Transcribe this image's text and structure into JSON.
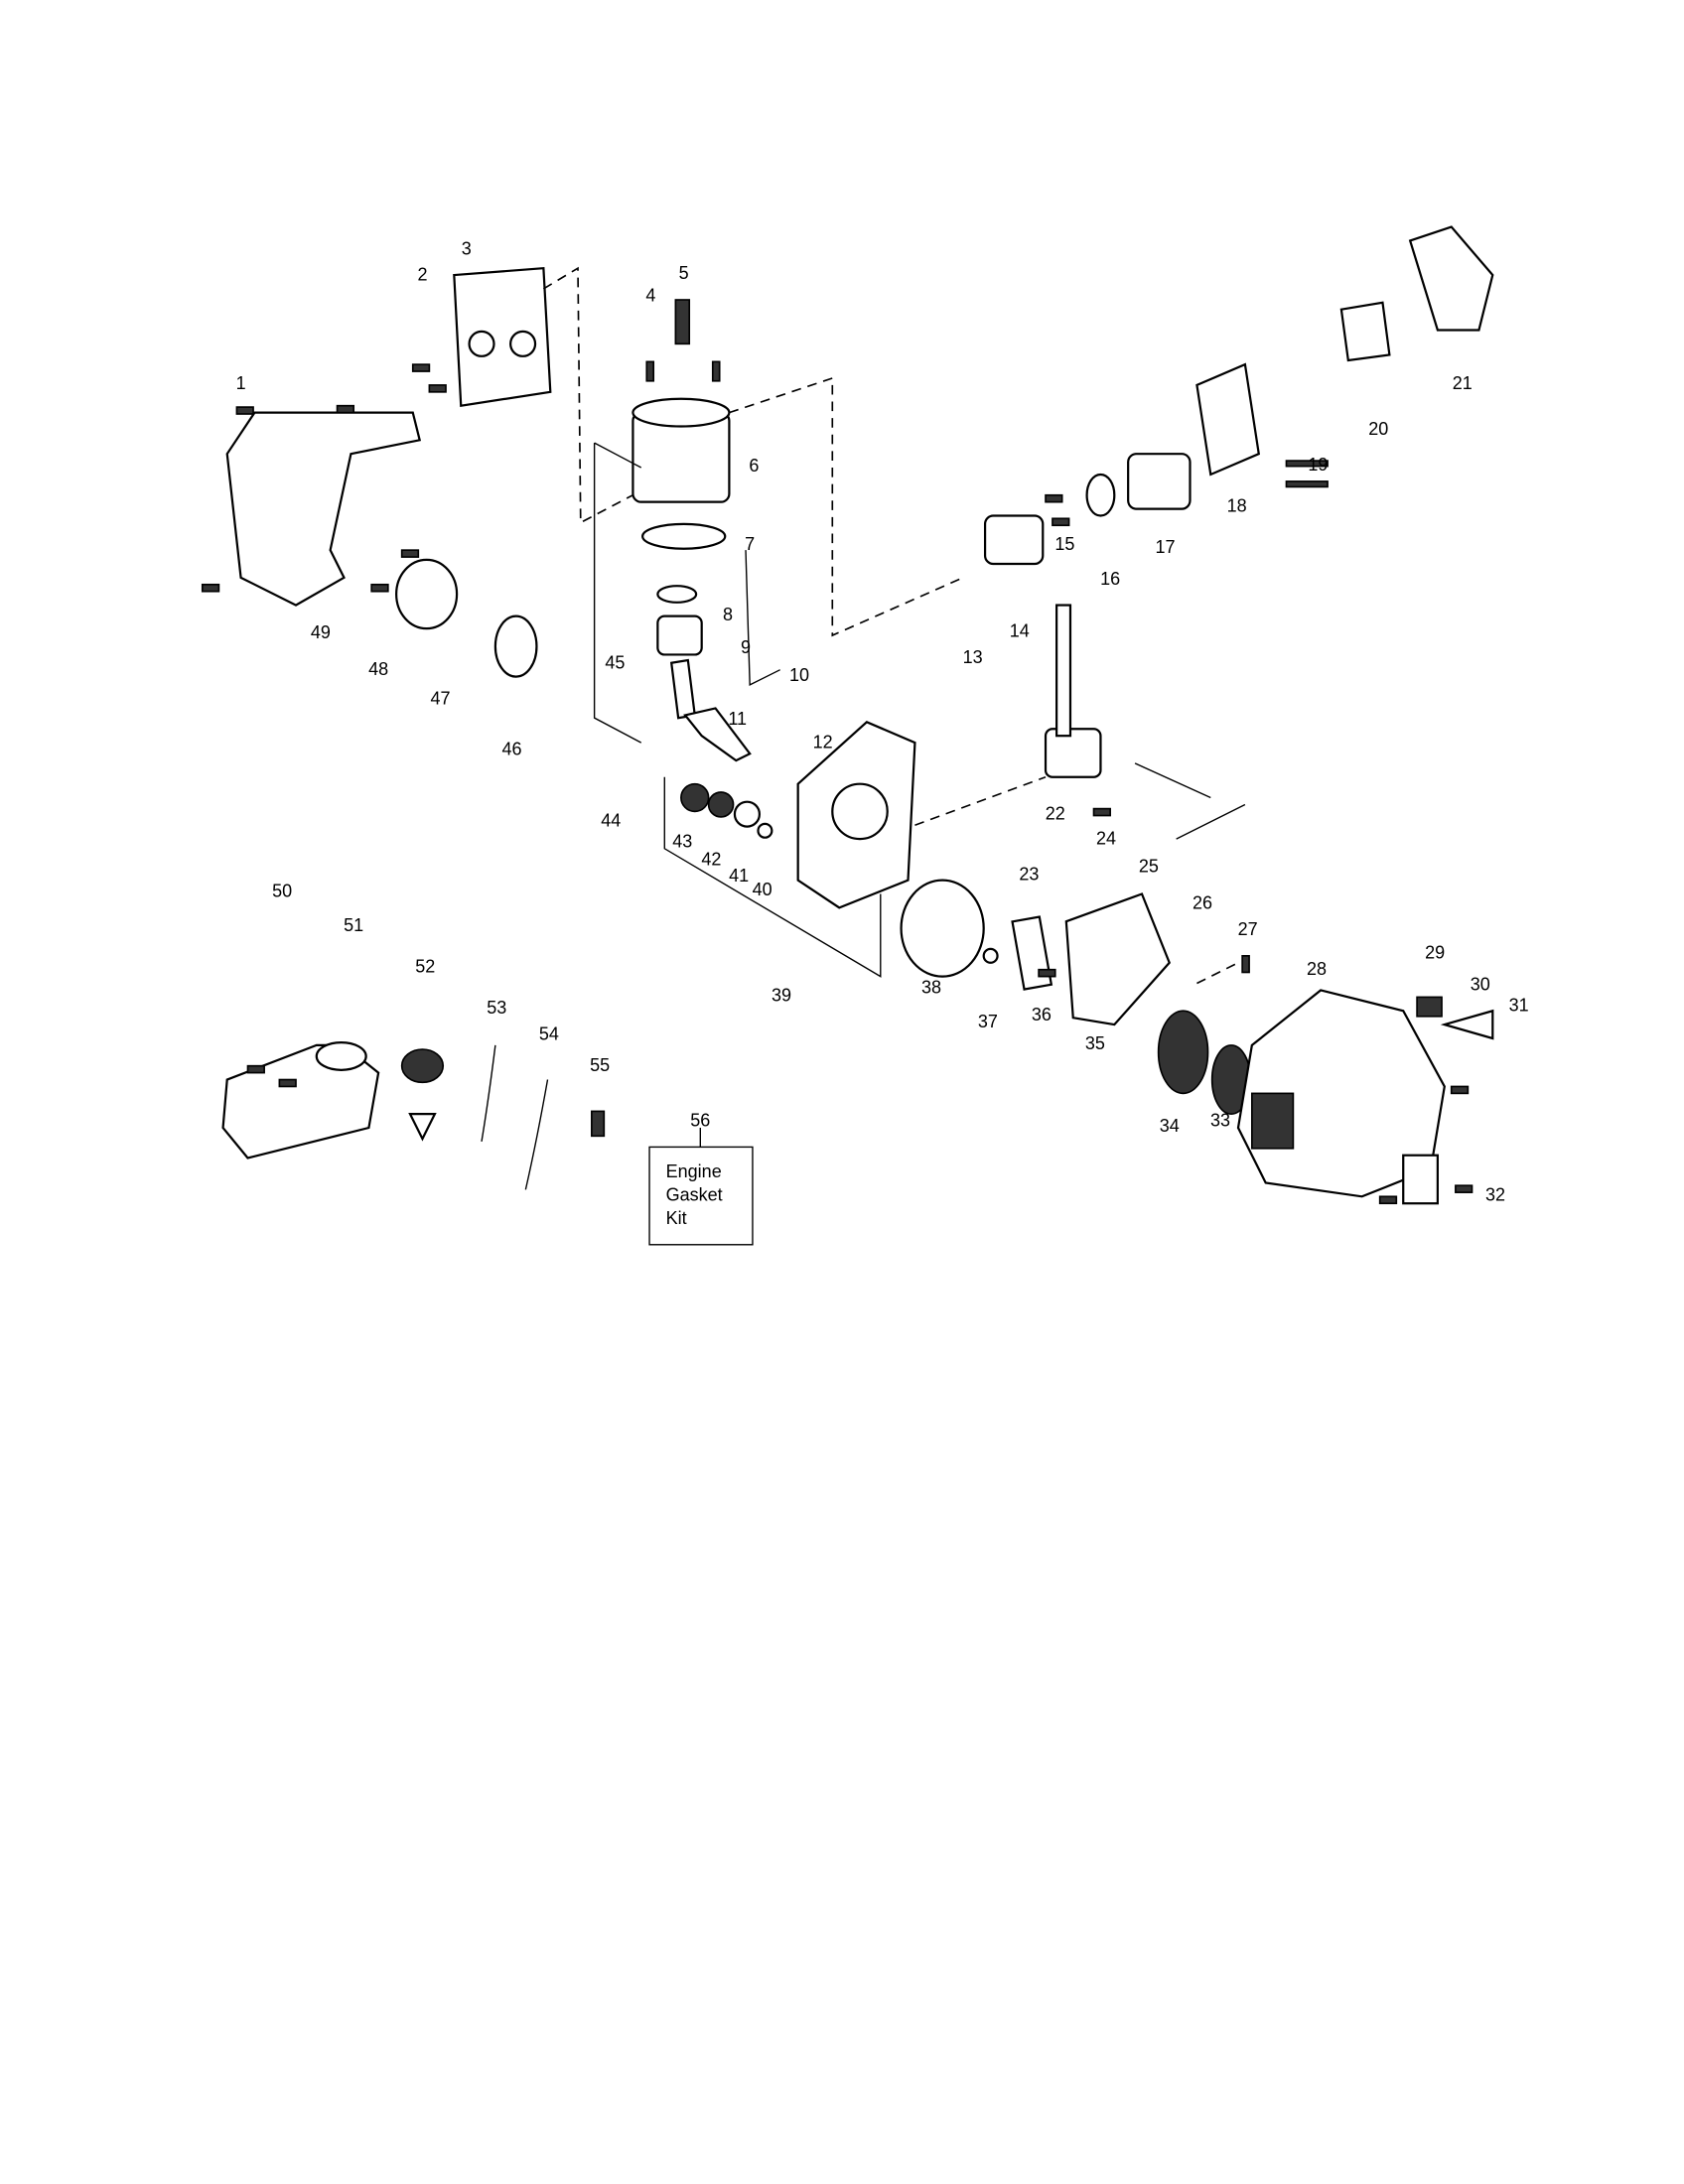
{
  "diagram": {
    "labels": [
      "1",
      "2",
      "3",
      "4",
      "5",
      "6",
      "7",
      "8",
      "9",
      "10",
      "11",
      "12",
      "13",
      "14",
      "15",
      "16",
      "17",
      "18",
      "19",
      "20",
      "21",
      "22",
      "23",
      "24",
      "25",
      "26",
      "27",
      "28",
      "29",
      "30",
      "31",
      "32",
      "33",
      "34",
      "35",
      "36",
      "37",
      "38",
      "39",
      "40",
      "41",
      "42",
      "43",
      "44",
      "45",
      "46",
      "47",
      "48",
      "49",
      "50",
      "51",
      "52",
      "53",
      "54",
      "55",
      "56"
    ],
    "kit_box": {
      "line1": "Engine",
      "line2": "Gasket",
      "line3": "Kit"
    }
  }
}
